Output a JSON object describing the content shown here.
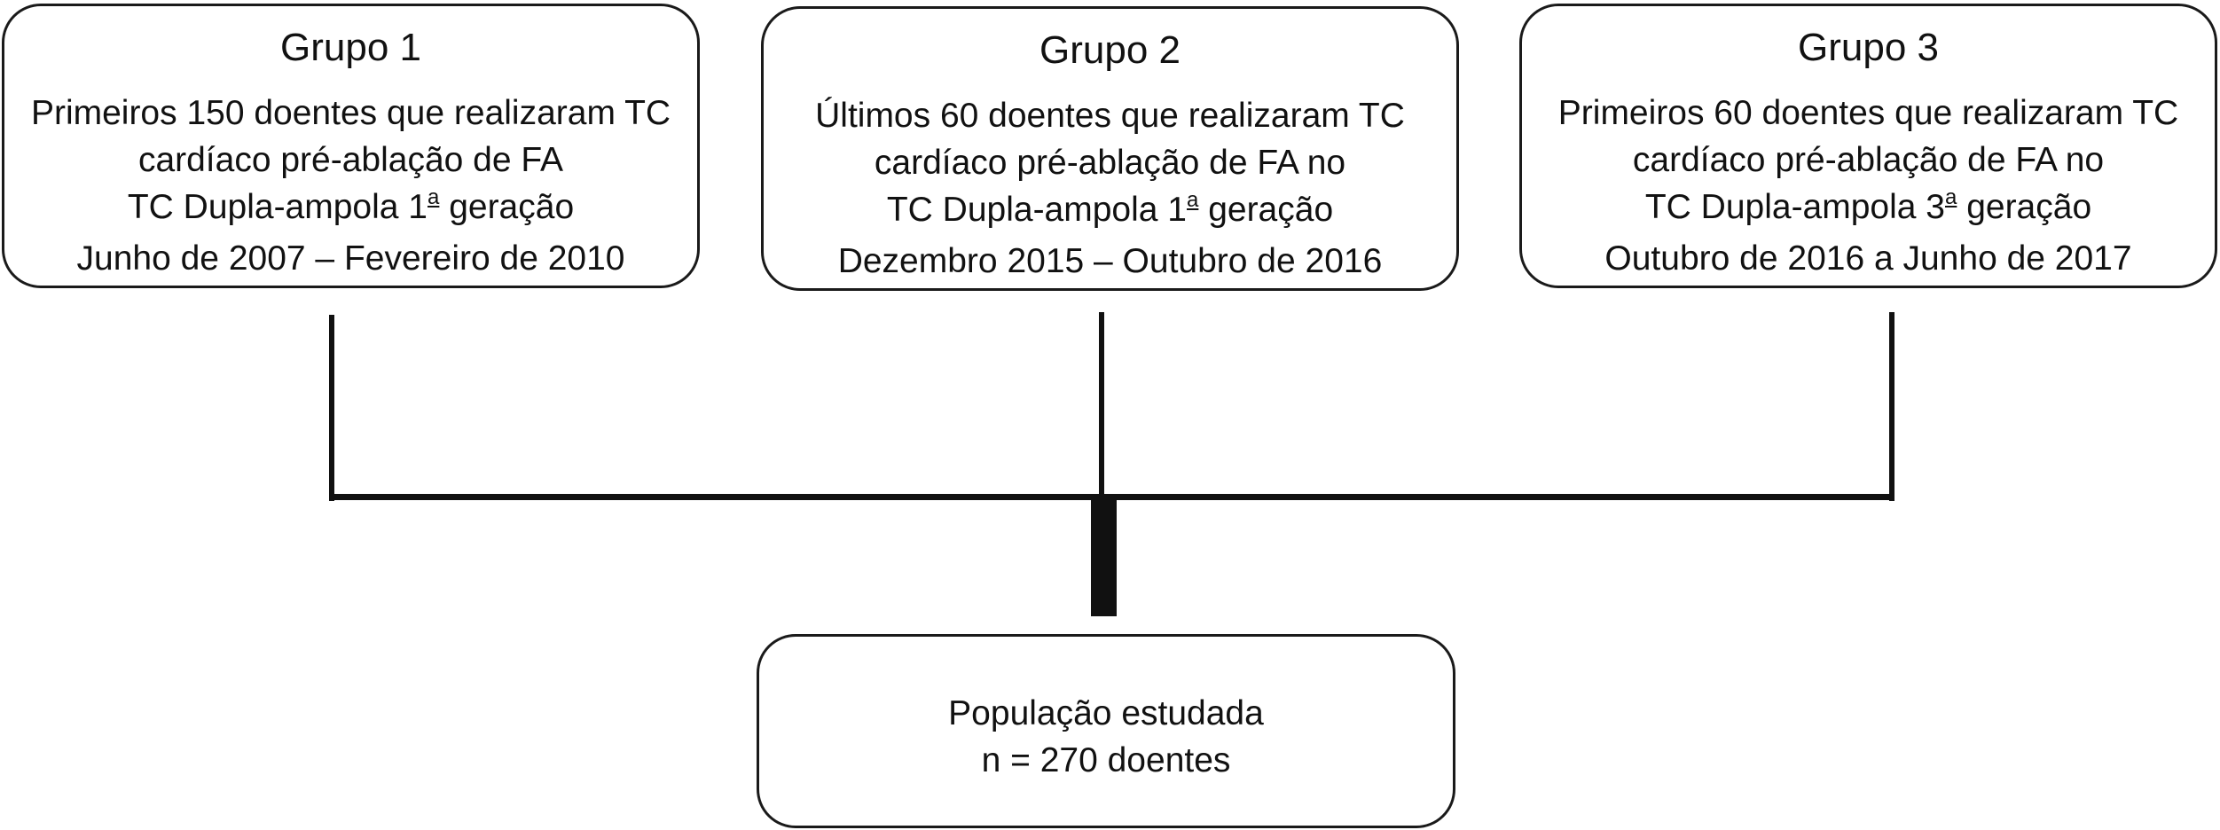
{
  "groups": [
    {
      "title": "Grupo 1",
      "line1": "Primeiros 150 doentes que realizaram TC",
      "line2": "cardíaco pré-ablação de FA",
      "line3_pre": "TC Dupla-ampola 1",
      "line3_sup": "a",
      "line3_post": " geração",
      "line4": "Junho de 2007 – Fevereiro de 2010"
    },
    {
      "title": "Grupo 2",
      "line1": "Últimos 60 doentes que realizaram TC",
      "line2": "cardíaco pré-ablação de FA no",
      "line3_pre": "TC Dupla-ampola 1",
      "line3_sup": "a",
      "line3_post": " geração",
      "line4": "Dezembro 2015 – Outubro de 2016"
    },
    {
      "title": "Grupo 3",
      "line1": "Primeiros 60 doentes que realizaram TC",
      "line2": "cardíaco pré-ablação de FA no",
      "line3_pre": "TC Dupla-ampola 3",
      "line3_sup": "a",
      "line3_post": " geração",
      "line4": "Outubro de 2016 a Junho de 2017"
    }
  ],
  "result": {
    "line1": "População estudada",
    "line2": "n = 270 doentes"
  }
}
